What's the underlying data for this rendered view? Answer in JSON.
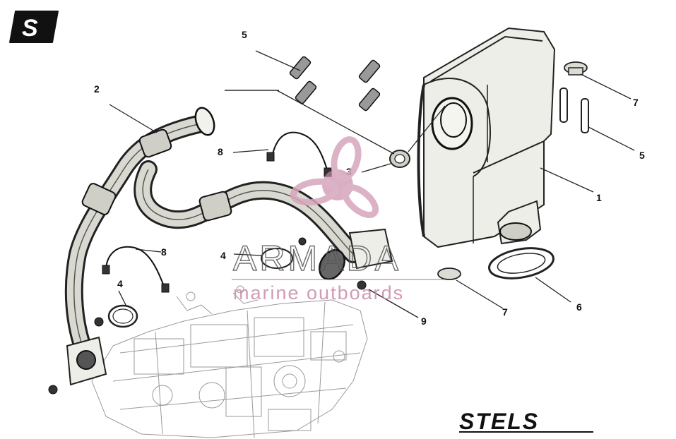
{
  "brand": {
    "logo_letter": "S",
    "name": "STELS"
  },
  "watermark": {
    "title": "ARMADA",
    "subtitle": "marine outboards",
    "color": "#c98aa7"
  },
  "callouts": [
    {
      "id": "c1",
      "label": "1"
    },
    {
      "id": "c2",
      "label": "2"
    },
    {
      "id": "c3",
      "label": "3"
    },
    {
      "id": "c4a",
      "label": "4"
    },
    {
      "id": "c4b",
      "label": "4"
    },
    {
      "id": "c5a",
      "label": "5"
    },
    {
      "id": "c5b",
      "label": "5"
    },
    {
      "id": "c6",
      "label": "6"
    },
    {
      "id": "c7a",
      "label": "7"
    },
    {
      "id": "c7b",
      "label": "7"
    },
    {
      "id": "c8a",
      "label": "8"
    },
    {
      "id": "c8b",
      "label": "8"
    },
    {
      "id": "c9",
      "label": "9"
    }
  ]
}
